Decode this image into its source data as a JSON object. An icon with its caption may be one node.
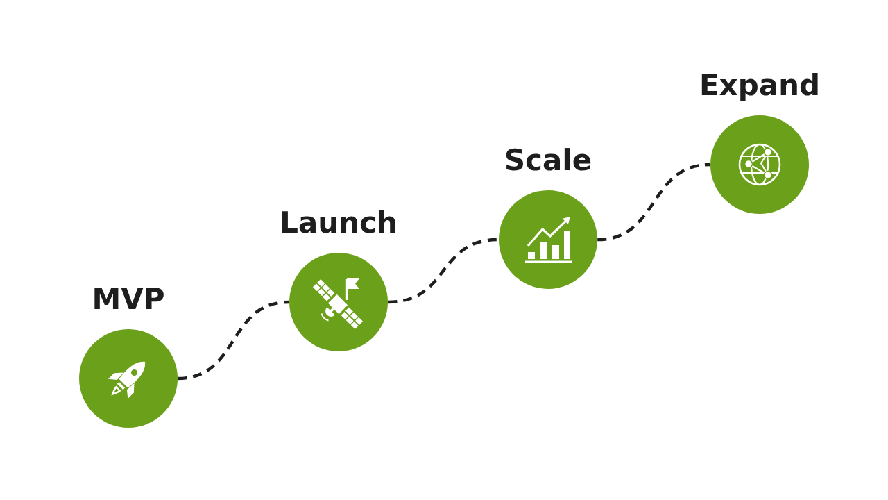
{
  "diagram": {
    "nodes": [
      {
        "text": [
          "MVP"
        ]
      },
      {
        "text": [
          "Launch"
        ]
      },
      {
        "text": [
          "Scale"
        ]
      },
      {
        "text": [
          "Expand"
        ]
      }
    ],
    "edges": [
      {
        "from": 0,
        "to": 1,
        "arrow": "none",
        "style": "dashed"
      },
      {
        "from": 1,
        "to": 2,
        "arrow": "none",
        "style": "dashed"
      },
      {
        "from": 2,
        "to": 3,
        "arrow": "none",
        "style": "dashed"
      }
    ]
  }
}
